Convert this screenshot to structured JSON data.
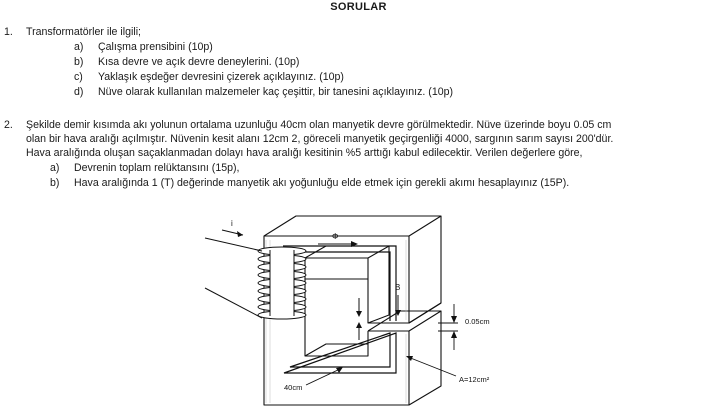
{
  "title": "SORULAR",
  "q1": {
    "num": "1.",
    "text": "Transformatörler ile ilgili;",
    "items": [
      {
        "label": "a)",
        "text": "Çalışma prensibini (10p)"
      },
      {
        "label": "b)",
        "text": "Kısa devre ve açık devre deneylerini. (10p)"
      },
      {
        "label": "c)",
        "text": "Yaklaşık eşdeğer devresini çizerek açıklayınız. (10p)"
      },
      {
        "label": "d)",
        "text": "Nüve olarak kullanılan malzemeler kaç çeşittir, bir tanesini açıklayınız. (10p)"
      }
    ]
  },
  "q2": {
    "num": "2.",
    "lines": [
      "Şekilde demir kısımda akı yolunun ortalama uzunluğu 40cm olan manyetik devre görülmektedir. Nüve üzerinde boyu 0.05 cm",
      "olan bir hava aralığı açılmıştır.  Nüvenin kesit alanı 12cm 2, göreceli manyetik geçirgenliği 4000, sargının sarım sayısı 200'dür.",
      "Hava aralığında oluşan saçaklanmadan dolayı hava aralığı kesitinin %5 arttığı kabul edilecektir. Verilen değerlere göre,"
    ],
    "items": [
      {
        "label": "a)",
        "text": "Devrenin toplam relüktansını (15p),"
      },
      {
        "label": "b)",
        "text": "Hava aralığında 1 (T) değerinde manyetik akı yoğunluğu elde etmek için gerekli akımı hesaplayınız (15P)."
      }
    ]
  },
  "figure": {
    "label_current": "i",
    "label_flux": "Φ",
    "label_B": "B",
    "label_gap": "0.05cm",
    "label_length": "40cm",
    "label_area": "A=12cm²"
  }
}
